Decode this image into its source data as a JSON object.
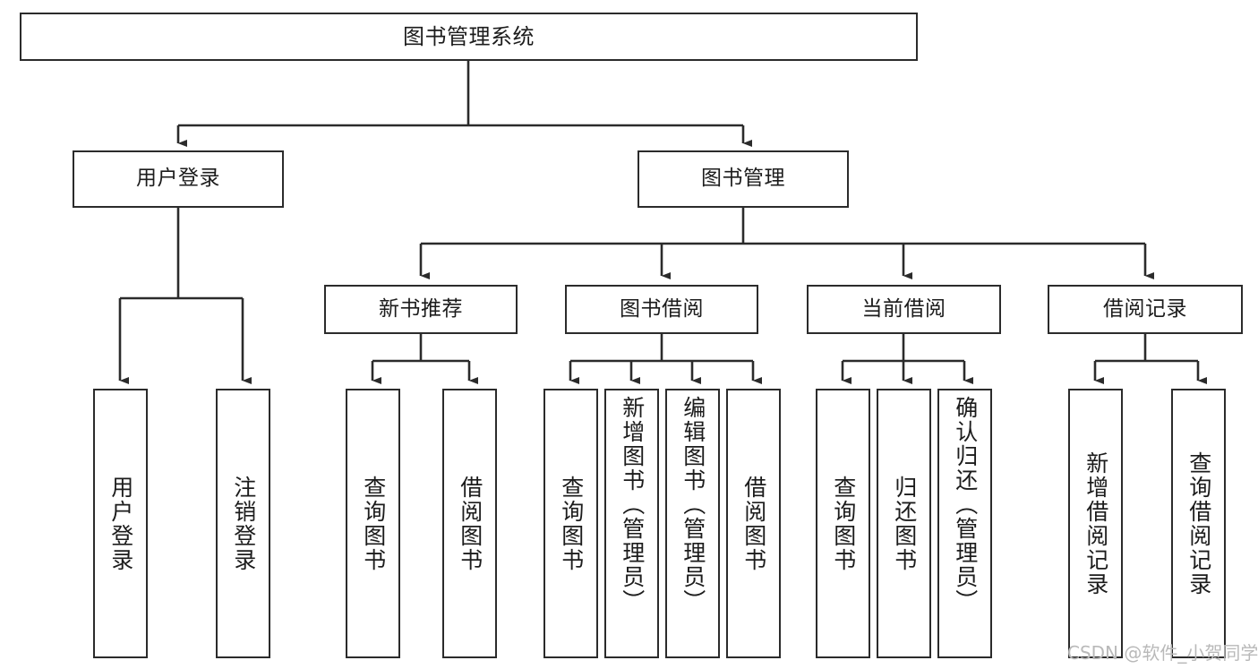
{
  "diagram": {
    "type": "tree-hierarchy-chart",
    "title": "图书管理系统",
    "orientation": "top-down",
    "colors": {
      "box_border": "#2b2b2b",
      "box_fill": "#ffffff",
      "edge": "#2b2b2b",
      "text": "#1c1c1c",
      "background": "#ffffff",
      "watermark": "#b9b9b9"
    },
    "nodes": {
      "root": {
        "label": "图书管理系统"
      },
      "level2": [
        {
          "id": "user-login",
          "label": "用户登录"
        },
        {
          "id": "book-manage",
          "label": "图书管理"
        }
      ],
      "level3": [
        {
          "id": "new-book-recommend",
          "label": "新书推荐"
        },
        {
          "id": "book-borrow",
          "label": "图书借阅"
        },
        {
          "id": "current-borrow",
          "label": "当前借阅"
        },
        {
          "id": "borrow-record",
          "label": "借阅记录"
        }
      ],
      "leaves": {
        "user-login": [
          {
            "id": "leaf-user-login",
            "label": "用户登录"
          },
          {
            "id": "leaf-logout-login",
            "label": "注销登录"
          }
        ],
        "new-book-recommend": [
          {
            "id": "leaf-query-book-1",
            "label": "查询图书"
          },
          {
            "id": "leaf-borrow-book-1",
            "label": "借阅图书"
          }
        ],
        "book-borrow": [
          {
            "id": "leaf-query-book-2",
            "label": "查询图书"
          },
          {
            "id": "leaf-add-book",
            "label": "新增图书（管理员）"
          },
          {
            "id": "leaf-edit-book",
            "label": "编辑图书（管理员）"
          },
          {
            "id": "leaf-borrow-book-2",
            "label": "借阅图书"
          }
        ],
        "current-borrow": [
          {
            "id": "leaf-query-book-3",
            "label": "查询图书"
          },
          {
            "id": "leaf-return-book",
            "label": "归还图书"
          },
          {
            "id": "leaf-confirm-return",
            "label": "确认归还（管理员）"
          }
        ],
        "borrow-record": [
          {
            "id": "leaf-add-record",
            "label": "新增借阅记录"
          },
          {
            "id": "leaf-query-record",
            "label": "查询借阅记录"
          }
        ]
      }
    },
    "watermark": "CSDN @软件_小贺同学"
  }
}
